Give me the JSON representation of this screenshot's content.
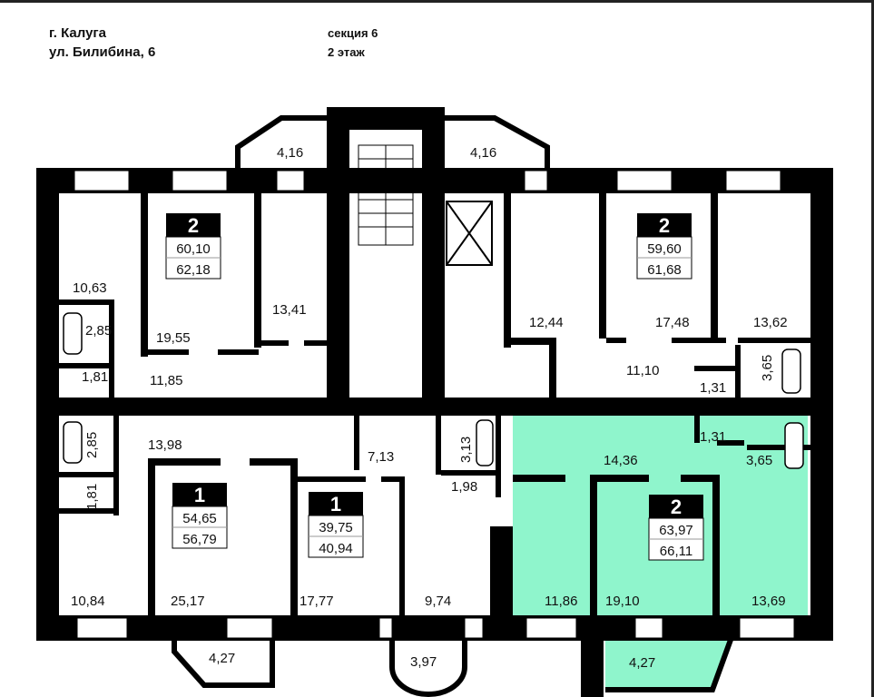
{
  "header": {
    "city": "г. Калуга",
    "street": "ул. Билибина, 6",
    "section": "секция 6",
    "floor": "2 этаж"
  },
  "colors": {
    "highlight": "#8ff5cc",
    "wall": "#000000"
  },
  "apartments": [
    {
      "rooms": "2",
      "area": "60,10",
      "total": "62,18"
    },
    {
      "rooms": "2",
      "area": "59,60",
      "total": "61,68"
    },
    {
      "rooms": "1",
      "area": "54,65",
      "total": "56,79"
    },
    {
      "rooms": "1",
      "area": "39,75",
      "total": "40,94"
    },
    {
      "rooms": "2",
      "area": "63,97",
      "total": "66,11",
      "highlighted": true
    }
  ],
  "rooms": {
    "r1": "4,16",
    "r2": "4,16",
    "r3": "10,63",
    "r4": "2,85",
    "r5": "1,81",
    "r6": "19,55",
    "r7": "13,41",
    "r8": "11,85",
    "r9": "12,44",
    "r10": "17,48",
    "r11": "13,62",
    "r12": "11,10",
    "r13": "3,65",
    "r14": "1,31",
    "r15": "2,85",
    "r16": "13,98",
    "r17": "1,81",
    "r18": "10,84",
    "r19": "25,17",
    "r20": "4,27",
    "r21": "7,13",
    "r22": "3,13",
    "r23": "1,98",
    "r24": "17,77",
    "r25": "9,74",
    "r26": "3,97",
    "r27": "1,31",
    "r28": "14,36",
    "r29": "3,65",
    "r30": "11,86",
    "r31": "19,10",
    "r32": "13,69",
    "r33": "4,27"
  }
}
